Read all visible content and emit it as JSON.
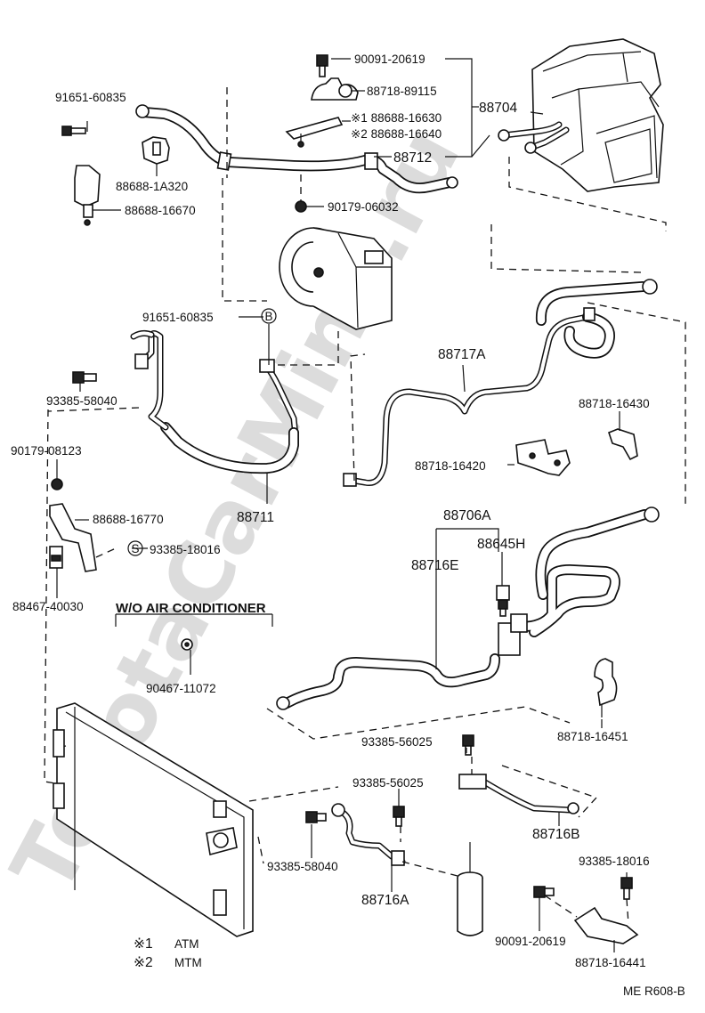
{
  "watermark": "ToyotaCarMine.ru",
  "diagram_code": "ME R608-B",
  "sections": {
    "no_ac_title": "W/O AIR CONDITIONER"
  },
  "notes": {
    "n1_mark": "※1",
    "n1_text": "ATM",
    "n2_mark": "※2",
    "n2_text": "MTM"
  },
  "callouts": {
    "b_marker": "B",
    "s_marker": "S"
  },
  "parts": {
    "p_90091_20619_top": "90091-20619",
    "p_88718_89115": "88718-89115",
    "p_88704": "88704",
    "p_88688_16630": "※1 88688-16630",
    "p_88688_16640": "※2 88688-16640",
    "p_88712": "88712",
    "p_91651_60835_top": "91651-60835",
    "p_88688_1a320": "88688-1A320",
    "p_88688_16670": "88688-16670",
    "p_90179_06032": "90179-06032",
    "p_91651_60835_mid": "91651-60835",
    "p_93385_58040_left": "93385-58040",
    "p_88717a": "88717A",
    "p_88718_16430": "88718-16430",
    "p_88718_16420": "88718-16420",
    "p_90179_08123": "90179-08123",
    "p_88711": "88711",
    "p_88706a": "88706A",
    "p_88645h": "88645H",
    "p_88716e": "88716E",
    "p_88688_16770": "88688-16770",
    "p_93385_18016_left": "93385-18016",
    "p_88467_40030": "88467-40030",
    "p_90467_11072": "90467-11072",
    "p_88718_16451": "88718-16451",
    "p_93385_56025_a": "93385-56025",
    "p_93385_56025_b": "93385-56025",
    "p_88716b": "88716B",
    "p_93385_58040_bottom": "93385-58040",
    "p_88716a": "88716A",
    "p_93385_18016_right": "93385-18016",
    "p_90091_20619_bottom": "90091-20619",
    "p_88718_16441": "88718-16441"
  }
}
